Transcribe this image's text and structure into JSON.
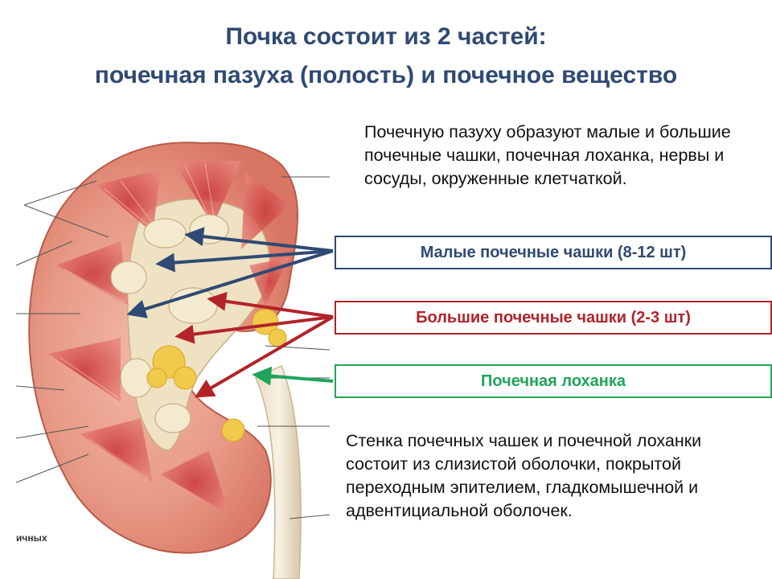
{
  "title": {
    "line1": "Почка состоит из 2 частей:",
    "line2": "почечная пазуха (полость) и почечное вещество"
  },
  "description_top": "Почечную пазуху образуют малые и большие почечные чашки, почечная лоханка, нервы и сосуды, окруженные клетчаткой.",
  "labels": {
    "minor_calyces": "Малые почечные чашки (8-12 шт)",
    "major_calyces": "Большие почечные чашки (2-3 шт)",
    "renal_pelvis": "Почечная лоханка"
  },
  "description_bottom": "Стенка почечных чашек и почечной лоханки состоит из слизистой оболочки, покрытой переходным эпителием, гладкомышечной и адвентициальной оболочек.",
  "corner_label": "ичных",
  "colors": {
    "title": "#2f4a73",
    "minor_arrow": "#2f4a73",
    "major_arrow": "#b3232a",
    "pelvis_arrow": "#1fa55a"
  }
}
